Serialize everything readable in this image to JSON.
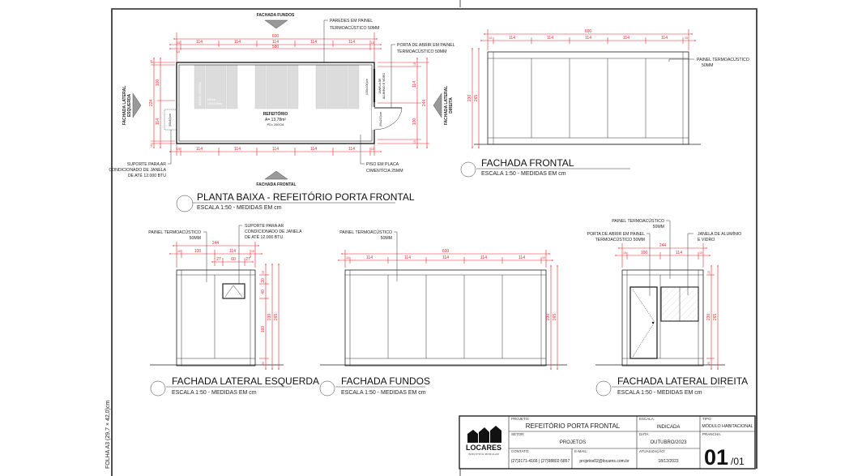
{
  "sheet": {
    "paper_size": "FOLHA A3 (29,7 × 42,0)cm"
  },
  "plan": {
    "title": "PLANTA BAIXA - REFEITÓRIO PORTA FRONTAL",
    "scale": "ESCALA 1:50 - MEDIDAS EM cm",
    "tag_back": "FACHADA FUNDOS",
    "tag_front": "FACHADA FRONTAL",
    "tag_left": [
      "FACHADA LATERAL",
      "ESQUERDA"
    ],
    "tag_right": [
      "FACHADA LATERAL",
      "DIREITA"
    ],
    "room_name": "REFEITÓRIO",
    "room_area": "A= 13,78m²",
    "room_pd": "PD= 250CM",
    "furniture_bench": "BANCO 150X30cm",
    "furniture_table": [
      "MESA",
      "180X100cm"
    ],
    "window_label": [
      "JANELA DE",
      "ALUMÍNIO E VIDRO"
    ],
    "window_size": "(150x100)cm",
    "door_size": "(90x210)cm",
    "ac_size": "(60x40)cm",
    "note_walls": [
      "PAREDES EM PAINEL",
      "TERMOACÚSTICO 50MM"
    ],
    "note_door": [
      "PORTA DE ABRIR EM PAINEL",
      "TERMOACÚSTICO 50MM"
    ],
    "note_ac": [
      "SUPORTE PARA AR",
      "CONDICIONADO DE JANELA",
      "DE ATÉ 12.000 BTU"
    ],
    "note_floor": [
      "PISO EM PLACA",
      "CIMENTÍCIA 25MM"
    ],
    "dims_top": {
      "total": "600",
      "inner": "580",
      "end": "15",
      "gap": "10",
      "module": "114"
    },
    "dims_left": {
      "total": "224",
      "top": "100",
      "bottom": "114",
      "end": "10"
    },
    "dims_right": {
      "total": "244",
      "top": "114",
      "bottom": "100",
      "end": "15"
    }
  },
  "front": {
    "title": "FACHADA FRONTAL",
    "scale": "ESCALA 1:50 - MEDIDAS EM cm",
    "note": [
      "PAINEL TERMOACÚSTICO",
      "50MM"
    ],
    "dims": {
      "total": "600",
      "module": "114",
      "end": "15",
      "h1": "230",
      "h2": "265"
    }
  },
  "left": {
    "title": "FACHADA LATERAL ESQUERDA",
    "scale": "ESCALA 1:50 - MEDIDAS EM cm",
    "note_panel": [
      "PAINEL TERMOACÚSTICO",
      "50MM"
    ],
    "note_ac": [
      "SUPORTE PARA AR",
      "CONDICIONADO DE JANELA",
      "DE ATÉ 12.000 BTU"
    ],
    "dims": {
      "total": "244",
      "end": "15",
      "a": "100",
      "b": "114",
      "c": "27",
      "d": "60",
      "v1": "30",
      "v2": "40",
      "v3": "160",
      "v4": "230",
      "v5": "265",
      "v6": "20"
    }
  },
  "back": {
    "title": "FACHADA FUNDOS",
    "scale": "ESCALA 1:50 - MEDIDAS EM cm",
    "note": [
      "PAINEL TERMOACÚSTICO",
      "50MM"
    ],
    "dims": {
      "total": "600",
      "module": "114",
      "end": "15",
      "h1": "230",
      "h2": "265"
    }
  },
  "right": {
    "title": "FACHADA LATERAL DIREITA",
    "scale": "ESCALA 1:50 - MEDIDAS EM cm",
    "note_panel": [
      "PAINEL TERMOACÚSTICO",
      "50MM"
    ],
    "note_door": [
      "PORTA DE ABRIR EM PAINEL",
      "TERMOACÚSTICO 50MM"
    ],
    "note_window": [
      "JANELA DE ALUMÍNIO",
      "E VIDRO"
    ],
    "dims": {
      "total": "244",
      "end": "15",
      "a": "100",
      "b": "114",
      "h1": "230",
      "h2": "265",
      "v0": "20"
    }
  },
  "title_block": {
    "brand": "LOCARES",
    "brand_sub": "INDÚSTRIA MODULAR",
    "project_label": "PROJETO:",
    "project": "REFEITÓRIO PORTA FRONTAL",
    "scale_label": "ESCALA:",
    "scale": "INDICADA",
    "type_label": "TIPO:",
    "type": "MÓDULO HABITACIONAL",
    "sector_label": "SETOR:",
    "sector": "PROJETOS",
    "date_label": "DATA:",
    "date": "OUTUBRO/2023",
    "sheet_label": "PRANCHA:",
    "sheet_number": "01",
    "sheet_total": "/01",
    "contact_label": "CONTATO:",
    "contact": "(27)3171-4166 | (27)98802-5857",
    "email_label": "E-MAIL:",
    "email": "projetos02@locares.com.br",
    "update_label": "ATUALIZAÇÃO:",
    "update": "18/12/2023"
  },
  "colors": {
    "dimension": "#e8262a",
    "line": "#222222",
    "furniture": "#dcdcdc"
  }
}
